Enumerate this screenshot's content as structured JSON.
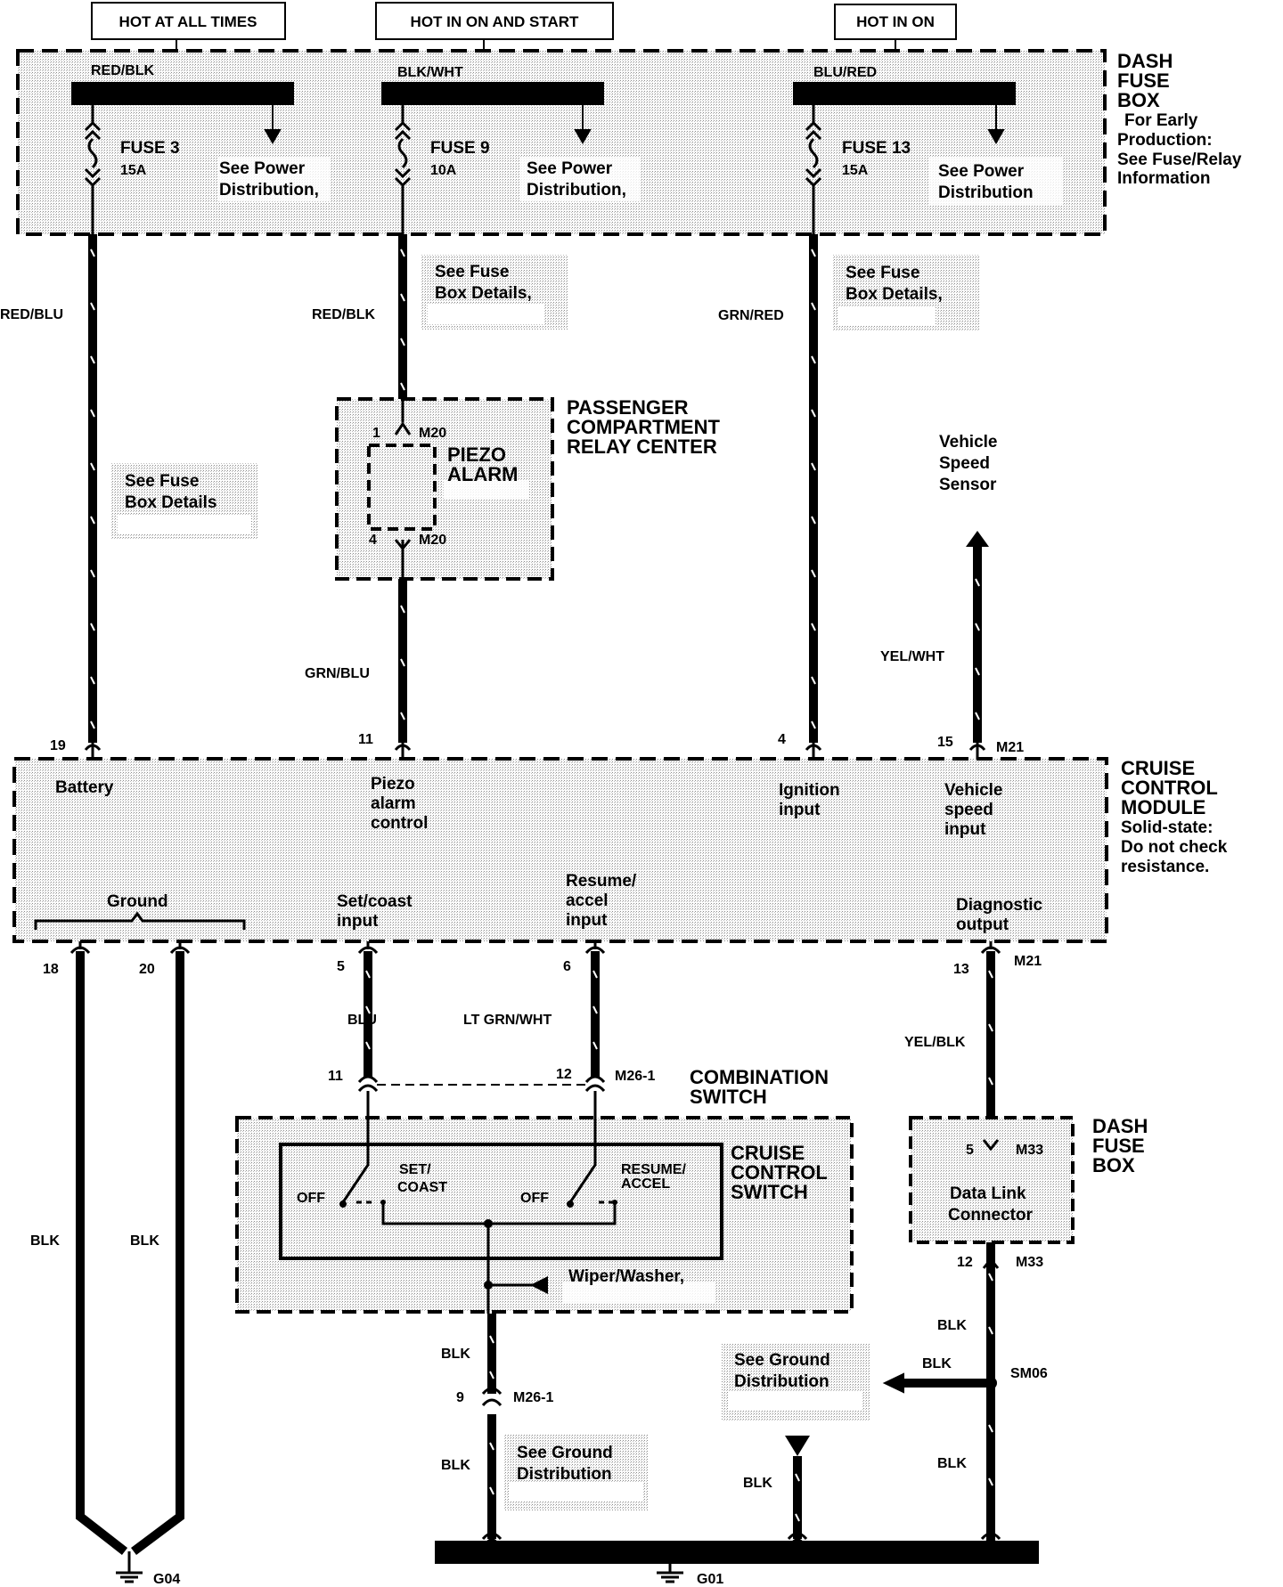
{
  "power_labels": {
    "hot_at_all_times": "HOT AT ALL TIMES",
    "hot_in_on_and_start": "HOT IN ON AND START",
    "hot_in_on": "HOT IN ON"
  },
  "dash_fuse_box": {
    "title_lines": [
      "DASH",
      "FUSE",
      "BOX"
    ],
    "note_lines": [
      "For Early",
      "Production:",
      "See Fuse/Relay",
      "Information"
    ]
  },
  "fuses": [
    {
      "wire": "RED/BLK",
      "name": "FUSE 3",
      "rating": "15A",
      "see_lines": [
        "See Power",
        "Distribution,"
      ]
    },
    {
      "wire": "BLK/WHT",
      "name": "FUSE 9",
      "rating": "10A",
      "see_lines": [
        "See Power",
        "Distribution,"
      ]
    },
    {
      "wire": "BLU/RED",
      "name": "FUSE 13",
      "rating": "15A",
      "see_lines": [
        "See Power",
        "Distribution"
      ]
    }
  ],
  "see_fuse_box_details": {
    "lines_a": [
      "See Fuse",
      "Box Details,"
    ],
    "lines_b": [
      "See Fuse",
      "Box Details,"
    ],
    "lines_c": [
      "See Fuse",
      "Box Details"
    ]
  },
  "wires": {
    "red_blu": "RED/BLU",
    "red_blk": "RED/BLK",
    "grn_red": "GRN/RED",
    "grn_blu": "GRN/BLU",
    "yel_wht": "YEL/WHT",
    "blu": "BLU",
    "lt_grn_wht": "LT GRN/WHT",
    "yel_blk": "YEL/BLK",
    "blk": "BLK"
  },
  "relay_center": {
    "title_lines": [
      "PASSENGER",
      "COMPARTMENT",
      "RELAY CENTER"
    ],
    "alarm_lines": [
      "PIEZO",
      "ALARM"
    ],
    "pin_top": "1",
    "pin_bottom": "4",
    "connector": "M20"
  },
  "vehicle_speed_sensor": [
    "Vehicle",
    "Speed",
    "Sensor"
  ],
  "module": {
    "title_lines": [
      "CRUISE",
      "CONTROL",
      "MODULE"
    ],
    "note_lines": [
      "Solid-state:",
      "Do not check",
      "resistance."
    ],
    "connector": "M21",
    "top_pins": [
      "19",
      "11",
      "4",
      "15"
    ],
    "bottom_pins": [
      "18",
      "20",
      "5",
      "6",
      "13"
    ],
    "battery": "Battery",
    "piezo_lines": [
      "Piezo",
      "alarm",
      "control"
    ],
    "ignition_lines": [
      "Ignition",
      "input"
    ],
    "speed_lines": [
      "Vehicle",
      "speed",
      "input"
    ],
    "ground": "Ground",
    "setcoast_lines": [
      "Set/coast",
      "input"
    ],
    "resume_lines": [
      "Resume/",
      "accel",
      "input"
    ],
    "diag_lines": [
      "Diagnostic",
      "output"
    ]
  },
  "combination_switch": {
    "title_lines": [
      "COMBINATION",
      "SWITCH"
    ],
    "pins": [
      "11",
      "12",
      "9"
    ],
    "connector": "M26-1",
    "cruise_switch_lines": [
      "CRUISE",
      "CONTROL",
      "SWITCH"
    ],
    "set_lines": [
      "SET/",
      "COAST"
    ],
    "resume_lines": [
      "RESUME/",
      "ACCEL"
    ],
    "off": "OFF",
    "wiper": "Wiper/Washer,"
  },
  "dlc": {
    "title_lines": [
      "DASH",
      "FUSE",
      "BOX"
    ],
    "lines": [
      "Data Link",
      "Connector"
    ],
    "pins": [
      "5",
      "12"
    ],
    "connector": "M33"
  },
  "ground_distribution": {
    "lines_a": [
      "See Ground",
      "Distribution"
    ],
    "lines_b": [
      "See Ground",
      "Distribution"
    ]
  },
  "splice": "SM06",
  "grounds": [
    "G04",
    "G01"
  ]
}
